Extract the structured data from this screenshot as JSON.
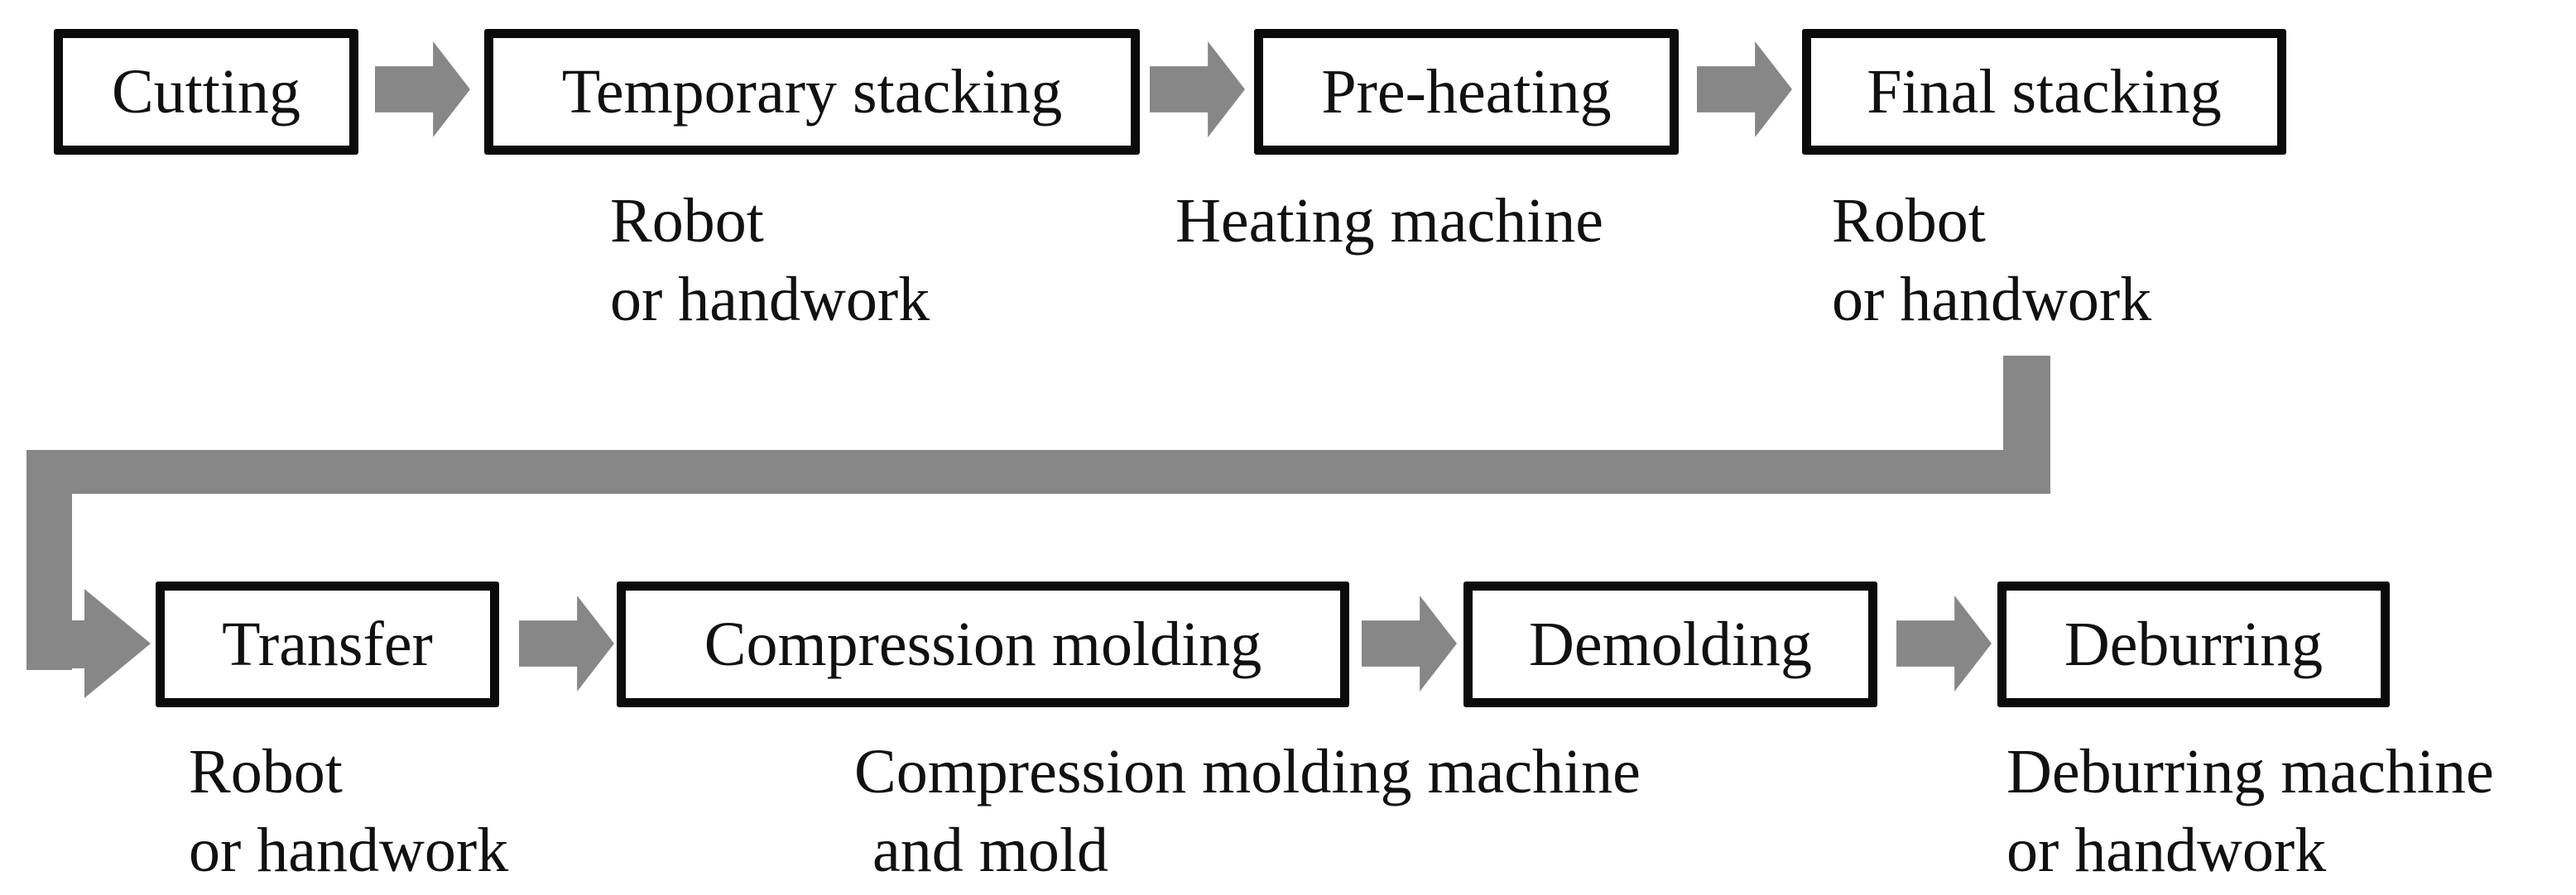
{
  "colors": {
    "background": "#ffffff",
    "connector_gray": "#878787",
    "box_border": "#0b0b0b",
    "text": "#111111"
  },
  "process": {
    "row1": {
      "boxes": [
        {
          "label": "Cutting"
        },
        {
          "label": "Temporary stacking"
        },
        {
          "label": "Pre-heating"
        },
        {
          "label": "Final stacking"
        }
      ]
    },
    "row2": {
      "boxes": [
        {
          "label": "Transfer"
        },
        {
          "label": "Compression molding"
        },
        {
          "label": "Demolding"
        },
        {
          "label": "Deburring"
        }
      ]
    }
  },
  "annotations": {
    "temporary_stacking": {
      "lines": [
        "Robot",
        "or handwork"
      ]
    },
    "pre_heating": {
      "lines": [
        "Heating machine"
      ]
    },
    "final_stacking": {
      "lines": [
        "Robot",
        "or handwork"
      ]
    },
    "transfer": {
      "lines": [
        "Robot",
        "or handwork"
      ]
    },
    "compression_molding": {
      "lines": [
        "Compression molding machine",
        "and mold"
      ]
    },
    "deburring": {
      "lines": [
        "Deburring machine",
        "or handwork"
      ]
    }
  }
}
